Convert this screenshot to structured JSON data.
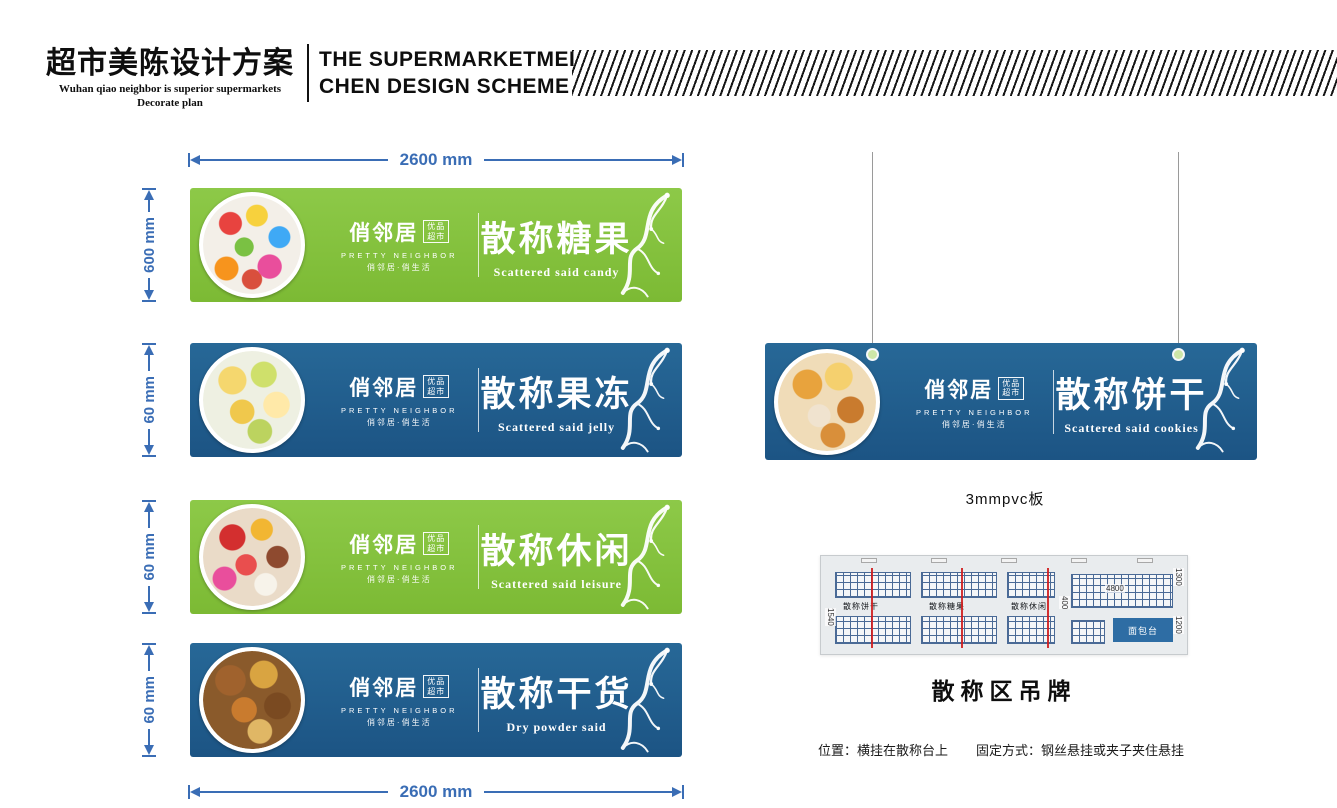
{
  "header": {
    "title_cn": "超市美陈设计方案",
    "subtitle_line1": "Wuhan qiao neighbor is superior supermarkets",
    "subtitle_line2": "Decorate plan",
    "title_en_line1": "THE SUPERMARKETMEI",
    "title_en_line2": "CHEN DESIGN SCHEME"
  },
  "colors": {
    "green": "#85c23d",
    "blue": "#21618f",
    "dimension": "#3a6db5"
  },
  "brand": {
    "name_cn": "俏邻居",
    "badge_line1": "优品",
    "badge_line2": "超市",
    "name_en": "PRETTY NEIGHBOR",
    "tagline": "俏邻居·俏生活"
  },
  "dimensions": {
    "width_top": "2600 mm",
    "width_bottom": "2600 mm",
    "heights": [
      "600 mm",
      "60 mm",
      "60 mm",
      "60 mm"
    ]
  },
  "banners": [
    {
      "title_cn": "散称糖果",
      "title_en": "Scattered said candy",
      "color": "green",
      "photo": "candy"
    },
    {
      "title_cn": "散称果冻",
      "title_en": "Scattered said jelly",
      "color": "blue",
      "photo": "jelly"
    },
    {
      "title_cn": "散称休闲",
      "title_en": "Scattered said leisure",
      "color": "green",
      "photo": "snacks"
    },
    {
      "title_cn": "散称干货",
      "title_en": "Dry powder said",
      "color": "blue",
      "photo": "dry-goods"
    }
  ],
  "hanging_banner": {
    "title_cn": "散称饼干",
    "title_en": "Scattered said cookies",
    "color": "blue",
    "photo": "cookies"
  },
  "right_panel": {
    "material_note": "3mmpvc板",
    "caption": "散称区吊牌",
    "footer_location": "位置：横挂在散称台上",
    "footer_fixing": "固定方式：钢丝悬挂或夹子夹住悬挂",
    "plan": {
      "labels": [
        "散称饼干",
        "散称糖果",
        "散称休闲"
      ],
      "bread_counter": "面包台",
      "dims": [
        "4800",
        "1300",
        "400",
        "1200",
        "1540"
      ]
    }
  }
}
